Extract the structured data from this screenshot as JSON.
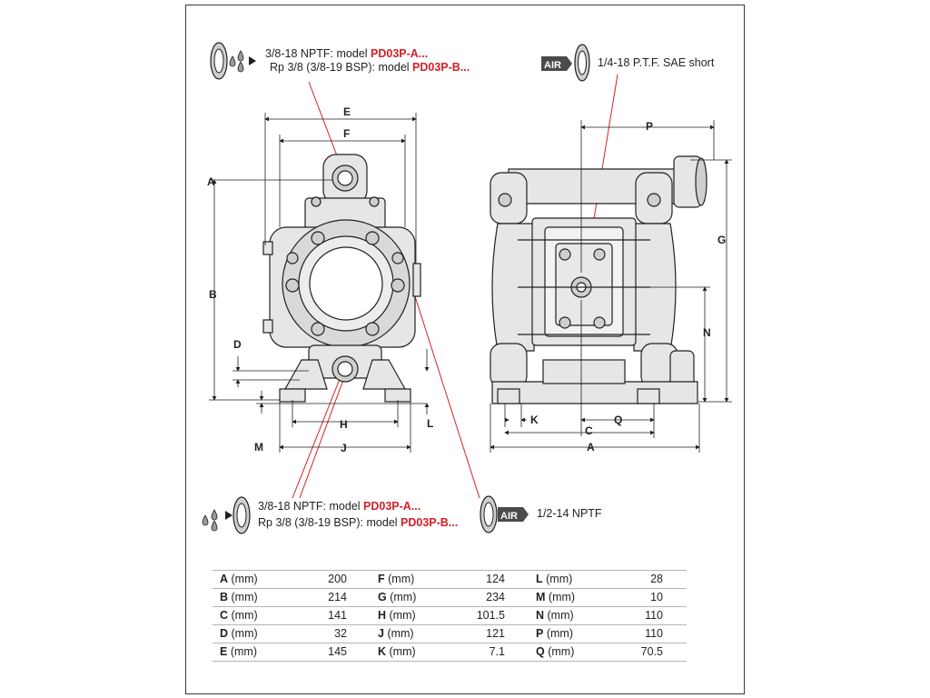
{
  "callouts": {
    "fluid_inlet": {
      "line1_prefix": "3/8-18 NPTF: model ",
      "line1_model": "PD03P-A...",
      "line2_prefix": "Rp 3/8 (3/8-19 BSP): model ",
      "line2_model": "PD03P-B..."
    },
    "air_inlet": {
      "badge": "AIR",
      "text": "1/4-18 P.T.F. SAE short"
    },
    "fluid_outlet": {
      "line1_prefix": "3/8-18 NPTF: model ",
      "line1_model": "PD03P-A...",
      "line2_prefix": "Rp 3/8 (3/8-19 BSP): model ",
      "line2_model": "PD03P-B..."
    },
    "air_exhaust": {
      "badge": "AIR",
      "text": "1/2-14 NPTF"
    }
  },
  "dimension_letters": {
    "front": [
      "E",
      "F",
      "A",
      "B",
      "D",
      "H",
      "J",
      "L",
      "M"
    ],
    "side": [
      "P",
      "G",
      "N",
      "K",
      "C",
      "Q",
      "A"
    ]
  },
  "spec_table": {
    "unit": "(mm)",
    "rows": [
      [
        {
          "k": "A",
          "v": "200"
        },
        {
          "k": "F",
          "v": "124"
        },
        {
          "k": "L",
          "v": "28"
        }
      ],
      [
        {
          "k": "B",
          "v": "214"
        },
        {
          "k": "G",
          "v": "234"
        },
        {
          "k": "M",
          "v": "10"
        }
      ],
      [
        {
          "k": "C",
          "v": "141"
        },
        {
          "k": "H",
          "v": "101.5"
        },
        {
          "k": "N",
          "v": "110"
        }
      ],
      [
        {
          "k": "D",
          "v": "32"
        },
        {
          "k": "J",
          "v": "121"
        },
        {
          "k": "P",
          "v": "110"
        }
      ],
      [
        {
          "k": "E",
          "v": "145"
        },
        {
          "k": "K",
          "v": "7.1"
        },
        {
          "k": "Q",
          "v": "70.5"
        }
      ]
    ]
  },
  "colors": {
    "accent_red": "#d42027",
    "line": "#231f20",
    "body_fill": "#e6e6e6"
  }
}
